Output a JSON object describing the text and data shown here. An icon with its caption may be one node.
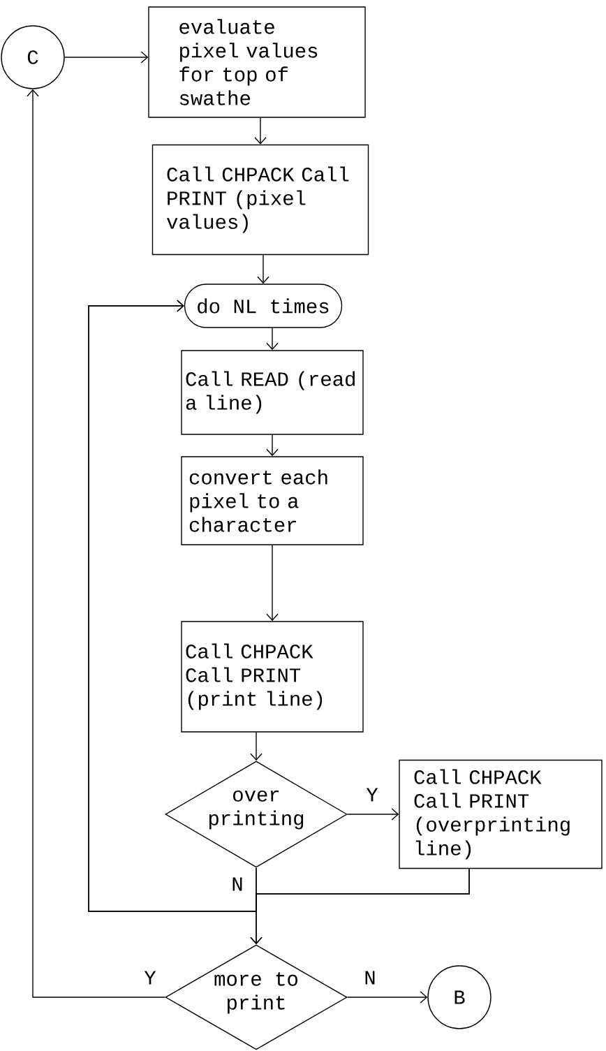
{
  "diagram": {
    "nodes": [
      {
        "text": [
          "C"
        ]
      },
      {
        "text": [
          "evaluate pixel values for top of swathe"
        ]
      },
      {
        "text": [
          "Call CHPACK Call PRINT (pixel values)"
        ]
      },
      {
        "text": [
          "do NL times"
        ]
      },
      {
        "text": [
          "Call READ (read a line)"
        ]
      },
      {
        "text": [
          "convert each pixel to a character"
        ]
      },
      {
        "text": [
          "Call CHPACK Call PRINT (print line)"
        ]
      },
      {
        "text": [
          "over printing"
        ]
      },
      {
        "text": [
          "Call CHPACK Call PRINT (overprinting line)"
        ]
      },
      {
        "text": [
          "more to print"
        ]
      },
      {
        "text": [
          "B"
        ]
      }
    ],
    "edges": [
      {
        "from": 0,
        "to": 1,
        "arrow": "to"
      },
      {
        "from": 1,
        "to": 2,
        "arrow": "to"
      },
      {
        "from": 2,
        "to": 3,
        "arrow": "to"
      },
      {
        "from": 3,
        "to": 4,
        "arrow": "to"
      },
      {
        "from": 4,
        "to": 5,
        "arrow": "to"
      },
      {
        "from": 5,
        "to": 6,
        "arrow": "to"
      },
      {
        "from": 6,
        "to": 7,
        "arrow": "to"
      },
      {
        "from": 7,
        "to": 3,
        "label": "N",
        "arrow": "to"
      },
      {
        "from": 8,
        "to": 3,
        "arrow": "to"
      },
      {
        "from": 7,
        "to": 9,
        "arrow": "to"
      },
      {
        "from": 8,
        "to": 9,
        "arrow": "to"
      },
      {
        "from": 7,
        "to": 8,
        "label": "Y",
        "arrow": "to"
      },
      {
        "from": 9,
        "to": 0,
        "label": "Y",
        "arrow": "to"
      },
      {
        "from": 9,
        "to": 10,
        "label": "N",
        "arrow": "to"
      }
    ]
  }
}
